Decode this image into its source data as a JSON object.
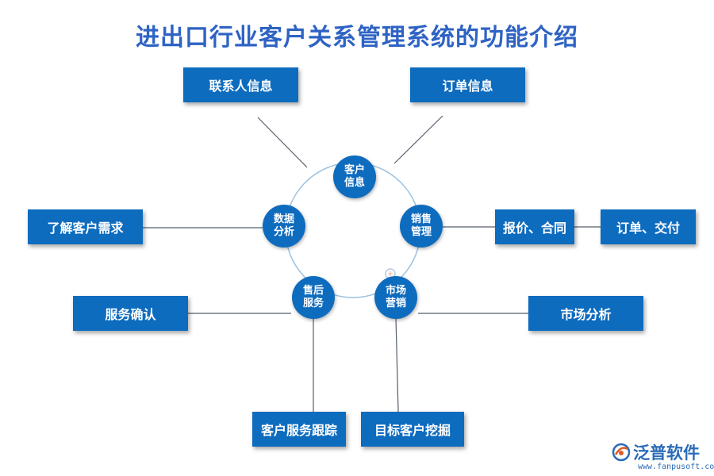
{
  "title": "进出口行业客户关系管理系统的功能介绍",
  "colors": {
    "title": "#2e63c4",
    "box": "#0e6cbf",
    "node": "#0e6cbf",
    "ring_fill": "#ffffff",
    "ring_stroke": "#9cc2e0",
    "line": "#555e6b",
    "logo": "#2b6cb8"
  },
  "center_nodes": [
    {
      "id": "customer-info",
      "line1": "客户",
      "line2": "信息"
    },
    {
      "id": "sales-management",
      "line1": "销售",
      "line2": "管理"
    },
    {
      "id": "market-marketing",
      "line1": "市场",
      "line2": "营销"
    },
    {
      "id": "after-sales",
      "line1": "售后",
      "line2": "服务"
    },
    {
      "id": "data-analysis",
      "line1": "数据",
      "line2": "分析"
    }
  ],
  "boxes": {
    "contact_info": "联系人信息",
    "order_info": "订单信息",
    "customer_needs": "了解客户需求",
    "quote_contract": "报价、合同",
    "order_delivery": "订单、交付",
    "service_confirm": "服务确认",
    "market_analysis": "市场分析",
    "service_tracking": "客户服务跟踪",
    "target_mining": "目标客户挖掘"
  },
  "logo": {
    "icon": "fanpu-logo-icon",
    "name": "泛普软件",
    "url": "www.fanpusoft.com"
  }
}
